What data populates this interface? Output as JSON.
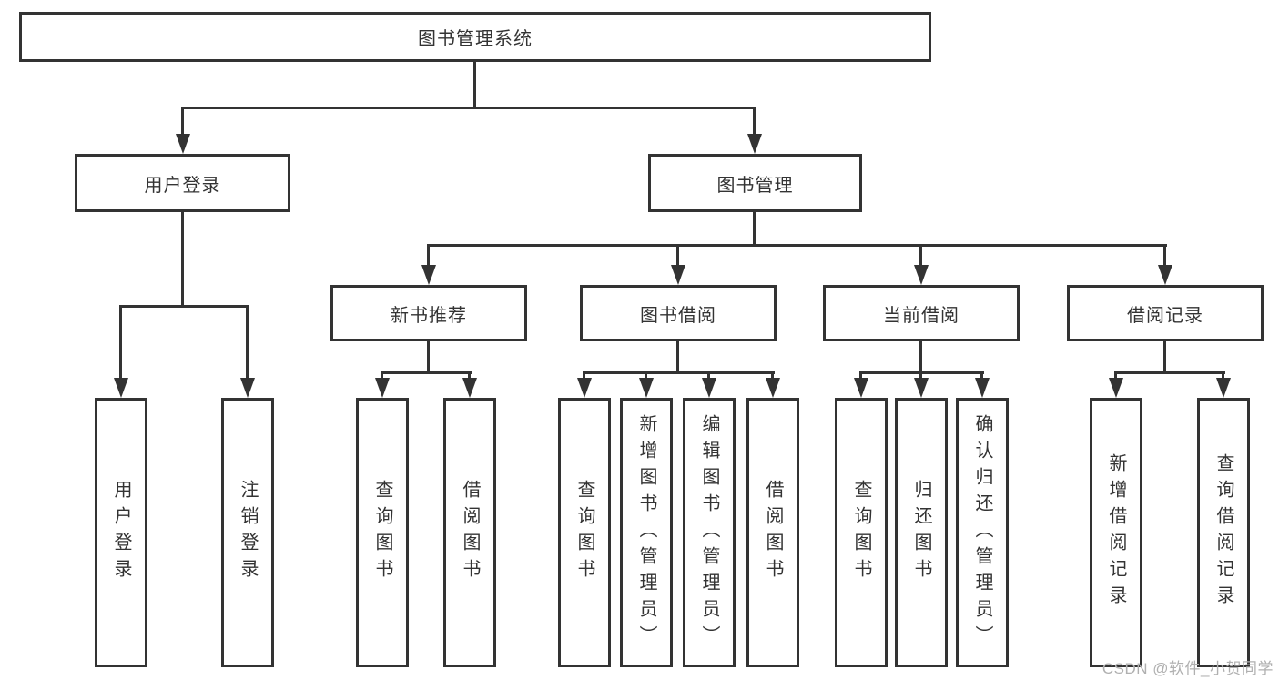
{
  "diagram": {
    "root": {
      "label": "图书管理系统",
      "children": [
        {
          "label": "用户登录",
          "children": [
            {
              "label": "用户登录"
            },
            {
              "label": "注销登录"
            }
          ]
        },
        {
          "label": "图书管理",
          "children": [
            {
              "label": "新书推荐",
              "children": [
                {
                  "label": "查询图书"
                },
                {
                  "label": "借阅图书"
                }
              ]
            },
            {
              "label": "图书借阅",
              "children": [
                {
                  "label": "查询图书"
                },
                {
                  "label": "新增图书（管理员）"
                },
                {
                  "label": "编辑图书（管理员）"
                },
                {
                  "label": "借阅图书"
                }
              ]
            },
            {
              "label": "当前借阅",
              "children": [
                {
                  "label": "查询图书"
                },
                {
                  "label": "归还图书"
                },
                {
                  "label": "确认归还（管理员）"
                }
              ]
            },
            {
              "label": "借阅记录",
              "children": [
                {
                  "label": "新增借阅记录"
                },
                {
                  "label": "查询借阅记录"
                }
              ]
            }
          ]
        }
      ]
    }
  },
  "watermark": {
    "text": "CSDN @软件_小贺同学"
  },
  "colors": {
    "line": "#333333",
    "text": "#333333",
    "background": "#ffffff",
    "watermark": "#b0b0b0"
  }
}
